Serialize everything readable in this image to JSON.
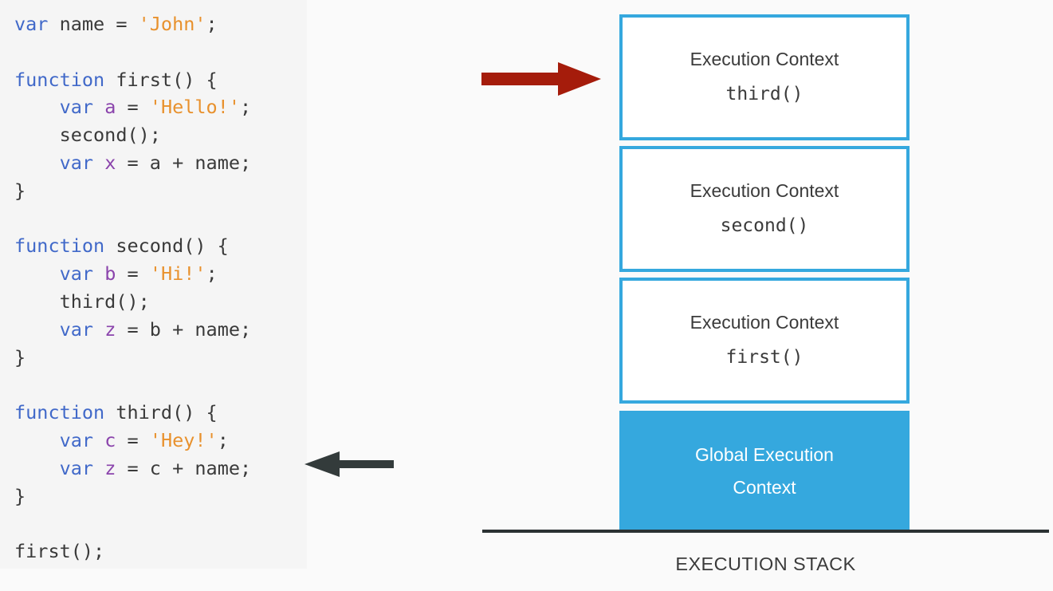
{
  "colors": {
    "page_background": "#fafafa",
    "code_panel_background": "#f5f5f5",
    "keyword": "#4169c9",
    "string": "#e8912d",
    "variable": "#8b44ac",
    "identifier": "#3a3a3a",
    "stack_border": "#35a8de",
    "global_fill": "#35a8de",
    "baseline": "#2b3233",
    "red_arrow": "#a51c0b",
    "black_arrow": "#333b3b"
  },
  "code": {
    "language": "javascript",
    "lines": [
      [
        {
          "t": "var",
          "c": "kw"
        },
        {
          "t": " name = ",
          "c": "id"
        },
        {
          "t": "'John'",
          "c": "str"
        },
        {
          "t": ";",
          "c": "punc"
        }
      ],
      [],
      [
        {
          "t": "function",
          "c": "kw"
        },
        {
          "t": " first() {",
          "c": "id"
        }
      ],
      [
        {
          "t": "    ",
          "c": "id"
        },
        {
          "t": "var",
          "c": "kw"
        },
        {
          "t": " ",
          "c": "id"
        },
        {
          "t": "a",
          "c": "var"
        },
        {
          "t": " = ",
          "c": "id"
        },
        {
          "t": "'Hello!'",
          "c": "str"
        },
        {
          "t": ";",
          "c": "punc"
        }
      ],
      [
        {
          "t": "    second();",
          "c": "id"
        }
      ],
      [
        {
          "t": "    ",
          "c": "id"
        },
        {
          "t": "var",
          "c": "kw"
        },
        {
          "t": " ",
          "c": "id"
        },
        {
          "t": "x",
          "c": "var"
        },
        {
          "t": " = a + name;",
          "c": "id"
        }
      ],
      [
        {
          "t": "}",
          "c": "id"
        }
      ],
      [],
      [
        {
          "t": "function",
          "c": "kw"
        },
        {
          "t": " second() {",
          "c": "id"
        }
      ],
      [
        {
          "t": "    ",
          "c": "id"
        },
        {
          "t": "var",
          "c": "kw"
        },
        {
          "t": " ",
          "c": "id"
        },
        {
          "t": "b",
          "c": "var"
        },
        {
          "t": " = ",
          "c": "id"
        },
        {
          "t": "'Hi!'",
          "c": "str"
        },
        {
          "t": ";",
          "c": "punc"
        }
      ],
      [
        {
          "t": "    third();",
          "c": "id"
        }
      ],
      [
        {
          "t": "    ",
          "c": "id"
        },
        {
          "t": "var",
          "c": "kw"
        },
        {
          "t": " ",
          "c": "id"
        },
        {
          "t": "z",
          "c": "var"
        },
        {
          "t": " = b + name;",
          "c": "id"
        }
      ],
      [
        {
          "t": "}",
          "c": "id"
        }
      ],
      [],
      [
        {
          "t": "function",
          "c": "kw"
        },
        {
          "t": " third() {",
          "c": "id"
        }
      ],
      [
        {
          "t": "    ",
          "c": "id"
        },
        {
          "t": "var",
          "c": "kw"
        },
        {
          "t": " ",
          "c": "id"
        },
        {
          "t": "c",
          "c": "var"
        },
        {
          "t": " = ",
          "c": "id"
        },
        {
          "t": "'Hey!'",
          "c": "str"
        },
        {
          "t": ";",
          "c": "punc"
        }
      ],
      [
        {
          "t": "    ",
          "c": "id"
        },
        {
          "t": "var",
          "c": "kw"
        },
        {
          "t": " ",
          "c": "id"
        },
        {
          "t": "z",
          "c": "var"
        },
        {
          "t": " = c + name;",
          "c": "id"
        }
      ],
      [
        {
          "t": "}",
          "c": "id"
        }
      ],
      [],
      [
        {
          "t": "first();",
          "c": "id"
        }
      ]
    ]
  },
  "stack": {
    "caption": "EXECUTION STACK",
    "frames": [
      {
        "label": "Execution Context",
        "fn": "third()",
        "state": "active"
      },
      {
        "label": "Execution Context",
        "fn": "second()",
        "state": "idle"
      },
      {
        "label": "Execution Context",
        "fn": "first()",
        "state": "idle"
      },
      {
        "label_line1": "Global Execution",
        "label_line2": "Context",
        "state": "global"
      }
    ]
  },
  "annotations": {
    "red_arrow": {
      "icon": "arrow-right-icon",
      "points_to": "third()",
      "color": "#a51c0b"
    },
    "black_arrow": {
      "icon": "arrow-left-icon",
      "points_to": "var z = c + name;",
      "color": "#333b3b"
    }
  }
}
